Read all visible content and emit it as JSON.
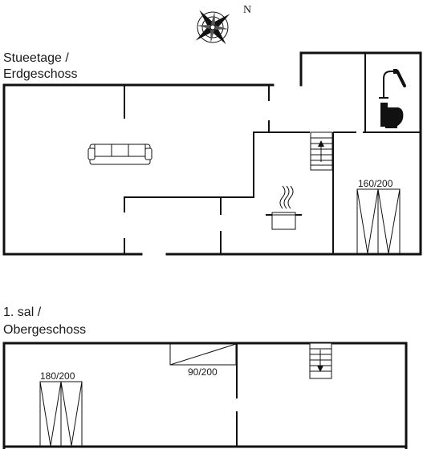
{
  "compass": {
    "north_label": "N"
  },
  "ground_floor": {
    "label_line1": "Stueetage /",
    "label_line2": "Erdgeschoss",
    "bed_label": "160/200"
  },
  "first_floor": {
    "label_line1": "1. sal /",
    "label_line2": "Obergeschoss",
    "bed_label": "180/200",
    "bed2_label": "90/200"
  }
}
